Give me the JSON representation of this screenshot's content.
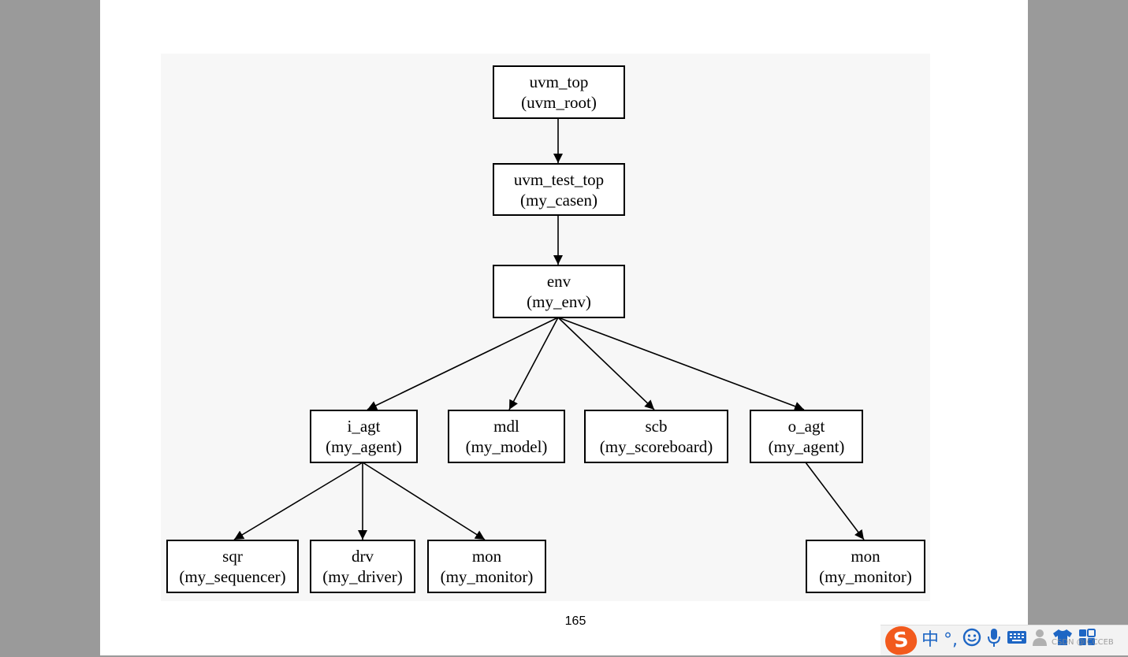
{
  "diagram": {
    "nodes": [
      {
        "id": "uvm_top",
        "name": "uvm_top",
        "type": "(uvm_root)"
      },
      {
        "id": "uvm_test_top",
        "name": "uvm_test_top",
        "type": "(my_casen)"
      },
      {
        "id": "env",
        "name": "env",
        "type": "(my_env)"
      },
      {
        "id": "i_agt",
        "name": "i_agt",
        "type": "(my_agent)"
      },
      {
        "id": "mdl",
        "name": "mdl",
        "type": "(my_model)"
      },
      {
        "id": "scb",
        "name": "scb",
        "type": "(my_scoreboard)"
      },
      {
        "id": "o_agt",
        "name": "o_agt",
        "type": "(my_agent)"
      },
      {
        "id": "sqr",
        "name": "sqr",
        "type": "(my_sequencer)"
      },
      {
        "id": "drv",
        "name": "drv",
        "type": "(my_driver)"
      },
      {
        "id": "mon_i",
        "name": "mon",
        "type": "(my_monitor)"
      },
      {
        "id": "mon_o",
        "name": "mon",
        "type": "(my_monitor)"
      }
    ],
    "edges": [
      {
        "from": "uvm_top",
        "to": "uvm_test_top"
      },
      {
        "from": "uvm_test_top",
        "to": "env"
      },
      {
        "from": "env",
        "to": "i_agt"
      },
      {
        "from": "env",
        "to": "mdl"
      },
      {
        "from": "env",
        "to": "scb"
      },
      {
        "from": "env",
        "to": "o_agt"
      },
      {
        "from": "i_agt",
        "to": "sqr"
      },
      {
        "from": "i_agt",
        "to": "drv"
      },
      {
        "from": "i_agt",
        "to": "mon_i"
      },
      {
        "from": "o_agt",
        "to": "mon_o"
      }
    ]
  },
  "page": {
    "number": "165"
  },
  "ime_toolbar": {
    "logo": "S",
    "icons": [
      "chinese-mode-icon",
      "punctuation-icon",
      "emoji-icon",
      "microphone-icon",
      "keyboard-icon",
      "user-icon",
      "skin-icon",
      "toolbox-icon"
    ],
    "chinese_mode": "中",
    "punctuation": "°,",
    "accent_color": "#1e66c4",
    "logo_color": "#f25a1d"
  },
  "watermark": "CSDN @ICCCEB"
}
